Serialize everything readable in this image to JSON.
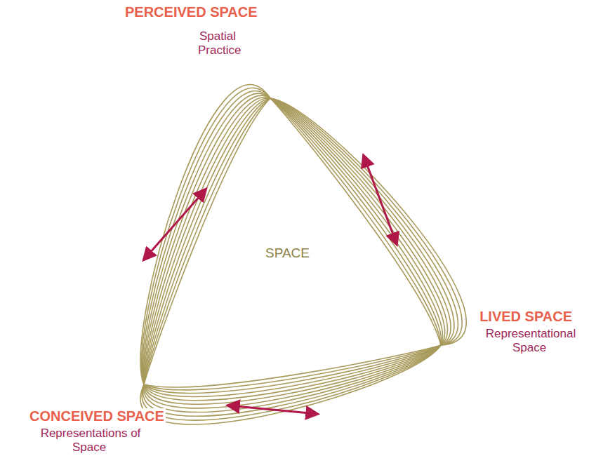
{
  "diagram": {
    "labels": [
      "PERCEIVED SPACE",
      "Spatial Practice",
      "LIVED SPACE",
      "Representational Space",
      "CONCEIVED SPACE",
      "Representations of Space",
      "SPACE"
    ]
  }
}
